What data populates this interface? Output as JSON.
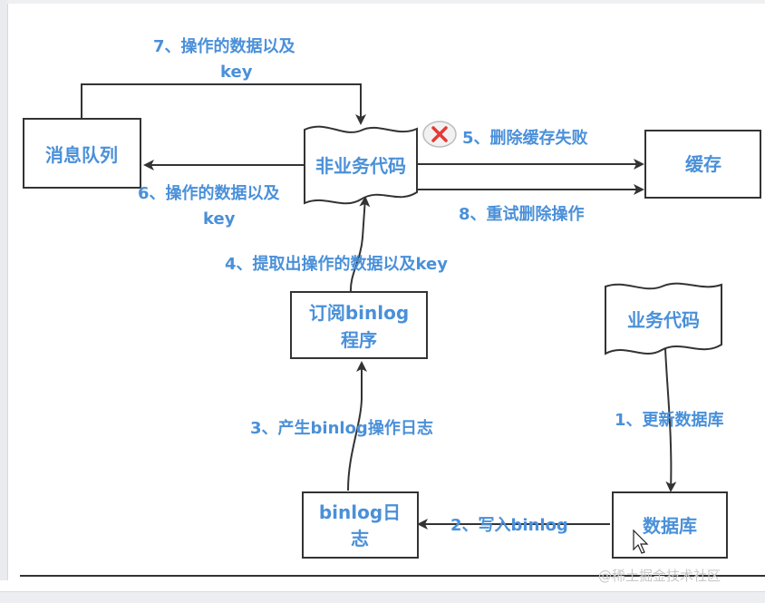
{
  "nodes": {
    "message_queue": "消息队列",
    "non_business_code": "非业务代码",
    "cache": "缓存",
    "subscribe_binlog": [
      "订阅binlog",
      "程序"
    ],
    "business_code": "业务代码",
    "binlog_log": [
      "binlog日",
      "志"
    ],
    "database": "数据库"
  },
  "edges": {
    "e1": "1、更新数据库",
    "e2": "2、写入binlog",
    "e3": "3、产生binlog操作日志",
    "e4": "4、提取出操作的数据以及key",
    "e5": "5、删除缓存失败",
    "e6": [
      "6、操作的数据以及",
      "key"
    ],
    "e7": [
      "7、操作的数据以及",
      "key"
    ],
    "e8": "8、重试删除操作"
  },
  "watermark": "@稀土掘金技术社区",
  "colors": {
    "label": "#4a90d9",
    "line": "#333333",
    "fail_icon": "#e53935"
  },
  "icons": {
    "fail": "close-icon",
    "cursor": "cursor-icon"
  }
}
